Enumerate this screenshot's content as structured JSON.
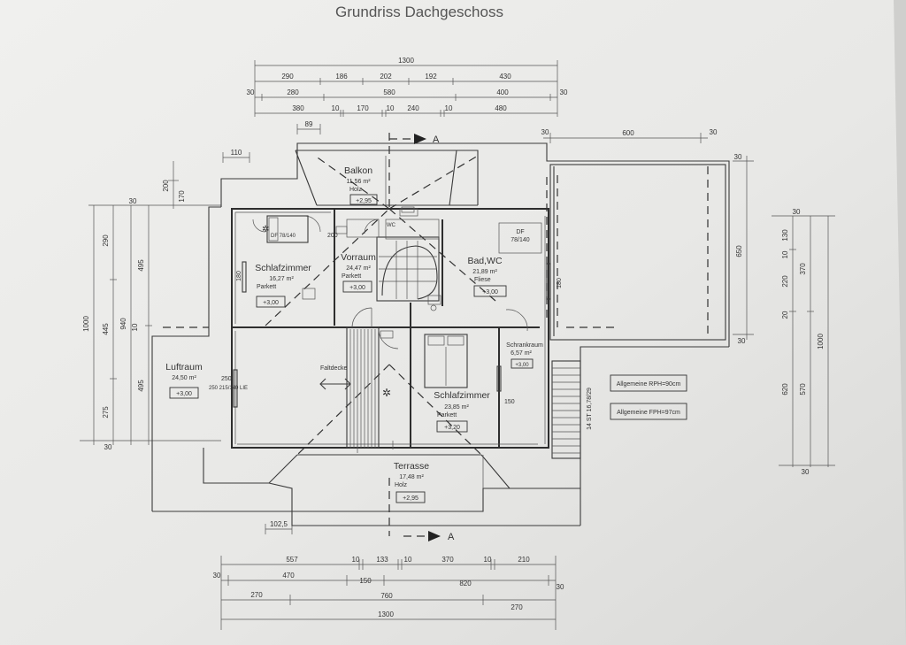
{
  "title": "Grundriss Dachgeschoss",
  "rooms": {
    "balkon": {
      "name": "Balkon",
      "area": "11,56 m²",
      "floor": "Holz",
      "level": "+2,95"
    },
    "schlafzimmer1": {
      "name": "Schlafzimmer",
      "area": "16,27 m²",
      "floor": "Parkett",
      "level": "+3,00"
    },
    "vorraum": {
      "name": "Vorraum",
      "area": "24,47 m²",
      "floor": "Parkett",
      "level": "+3,00"
    },
    "bad": {
      "name": "Bad,WC",
      "area": "21,89 m²",
      "floor": "Fliese",
      "level": "+3,00",
      "window": "DF",
      "window_size": "78/140"
    },
    "luftraum": {
      "name": "Luftraum",
      "area": "24,50 m²",
      "level": "+3,00"
    },
    "schlafzimmer2": {
      "name": "Schlafzimmer",
      "area": "23,85 m²",
      "floor": "Parkett",
      "level": "+3,20"
    },
    "schrankraum": {
      "name": "Schrankraum",
      "area": "6,57 m²",
      "level": "+3,00"
    },
    "terrasse": {
      "name": "Terrasse",
      "area": "17,48 m²",
      "floor": "Holz",
      "level": "+2,95"
    }
  },
  "labels": {
    "faltdecke": "Faltdecke",
    "wc": "WC",
    "stair_note": "14 ST 16,78/29",
    "df_small": "DF 78/140",
    "rph": "Allgemeine RPH=90cm",
    "fph": "Allgemeine FPH=97cm",
    "window_note": "250 215/140 LIE"
  },
  "dims": {
    "top": {
      "total": "1300",
      "r1": [
        "290",
        "186",
        "202",
        "192",
        "430"
      ],
      "r2": [
        "30",
        "280",
        "580",
        "400",
        "30"
      ],
      "r3": [
        "380",
        "10",
        "170",
        "10",
        "240",
        "10",
        "480"
      ],
      "d89": "89",
      "d110": "110",
      "d600": "600",
      "d30a": "30",
      "d30b": "30"
    },
    "bottom": {
      "r1": [
        "557",
        "10",
        "133",
        "10",
        "370",
        "10",
        "210"
      ],
      "r2": [
        "30",
        "470",
        "150",
        "820",
        "30"
      ],
      "r3": [
        "270",
        "760",
        "270"
      ],
      "total": "1300",
      "d1025": "102,5"
    },
    "left": {
      "outer": [
        "1000"
      ],
      "mid": [
        "290",
        "445",
        "275"
      ],
      "in": [
        "940"
      ],
      "in2": [
        "495",
        "495"
      ],
      "top": [
        "200",
        "170"
      ],
      "misc": [
        "30",
        "30",
        "10"
      ]
    },
    "right": {
      "outer": [
        "1000"
      ],
      "mid": [
        "620"
      ],
      "in": [
        "130",
        "10",
        "220",
        "20"
      ],
      "in2": [
        "370",
        "570"
      ],
      "d650": "650",
      "misc": [
        "30",
        "30",
        "30",
        "30"
      ]
    },
    "interior": {
      "d180a": "180",
      "d180b": "180",
      "d150": "150",
      "d200": "200",
      "d250": "250"
    }
  }
}
